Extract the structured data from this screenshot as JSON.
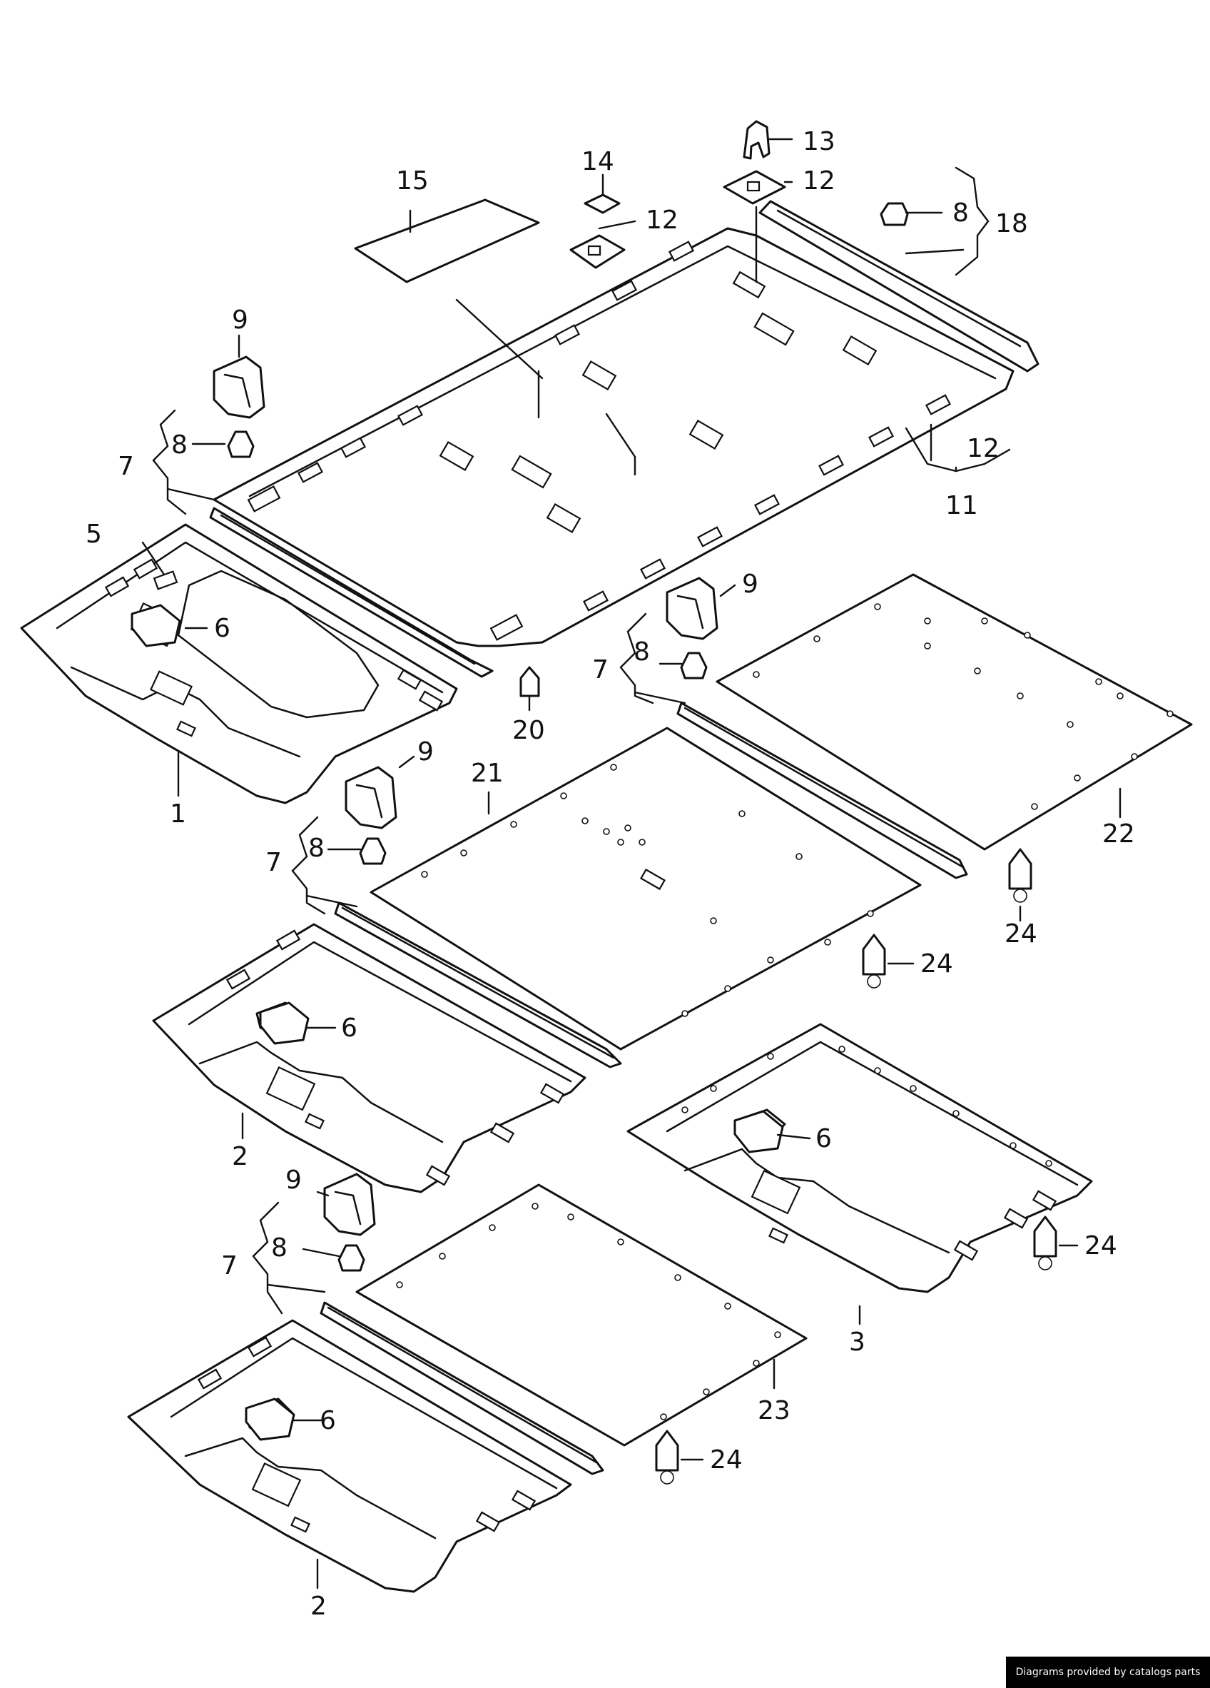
{
  "callouts": {
    "c1": "1",
    "c2a": "2",
    "c2b": "2",
    "c3": "3",
    "c5": "5",
    "c6a": "6",
    "c6b": "6",
    "c6c": "6",
    "c6d": "6",
    "c7a": "7",
    "c7b": "7",
    "c7c": "7",
    "c7d": "7",
    "c8a": "8",
    "c8b": "8",
    "c8c": "8",
    "c8d": "8",
    "c8e": "8",
    "c9a": "9",
    "c9b": "9",
    "c9c": "9",
    "c9d": "9",
    "c11": "11",
    "c12a": "12",
    "c12b": "12",
    "c12c": "12",
    "c13": "13",
    "c14": "14",
    "c15": "15",
    "c18": "18",
    "c20": "20",
    "c21": "21",
    "c22": "22",
    "c23": "23",
    "c24a": "24",
    "c24b": "24",
    "c24c": "24",
    "c24d": "24"
  },
  "footer": {
    "credit": "Diagrams provided by catalogs parts"
  },
  "colors": {
    "line": "#111111",
    "background": "#ffffff",
    "footer_bg": "#000000",
    "footer_text": "#ffffff"
  }
}
